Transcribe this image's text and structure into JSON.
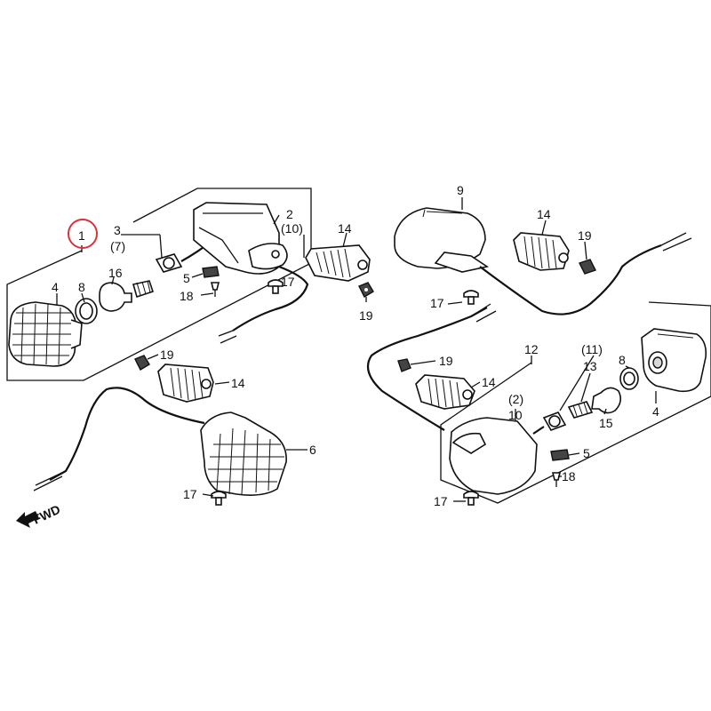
{
  "diagram": {
    "highlight_color": "#d9323a",
    "fwd_label": "FWD",
    "callouts": {
      "c1": "1",
      "c2": "2",
      "c2b": "(2)",
      "c3": "3",
      "c4a": "4",
      "c4b": "4",
      "c5a": "5",
      "c5b": "5",
      "c6": "6",
      "c7": "(7)",
      "c8a": "8",
      "c8b": "8",
      "c9": "9",
      "c10": "10",
      "c10b": "(10)",
      "c11": "(11)",
      "c12": "12",
      "c13": "13",
      "c14a": "14",
      "c14b": "14",
      "c14c": "14",
      "c14d": "14",
      "c15": "15",
      "c16": "16",
      "c17a": "17",
      "c17b": "17",
      "c17c": "17",
      "c17d": "17",
      "c18a": "18",
      "c18b": "18",
      "c19a": "19",
      "c19b": "19",
      "c19c": "19",
      "c19d": "19"
    }
  }
}
